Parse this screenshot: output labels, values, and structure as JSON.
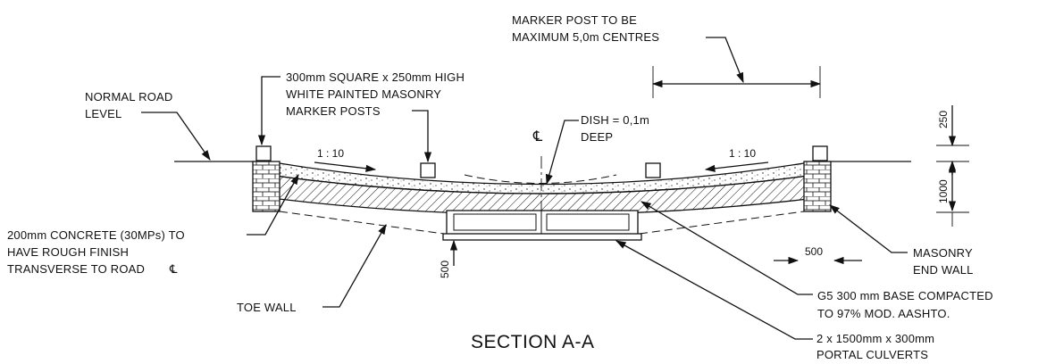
{
  "section_title": "SECTION A-A",
  "labels": {
    "marker_post_spacing": [
      "MARKER POST TO BE",
      "MAXIMUM 5,0m CENTRES"
    ],
    "normal_road_level": [
      "NORMAL ROAD",
      "LEVEL"
    ],
    "marker_posts": [
      "300mm SQUARE x 250mm HIGH",
      "WHITE PAINTED MASONRY",
      "MARKER POSTS"
    ],
    "dish": [
      "DISH = 0,1m",
      "DEEP"
    ],
    "concrete": [
      "200mm CONCRETE (30MPs) TO",
      "HAVE ROUGH FINISH",
      "TRANSVERSE TO ROAD"
    ],
    "toe_wall": "TOE WALL",
    "masonry_end_wall": [
      "MASONRY",
      "END WALL"
    ],
    "g5_base": [
      "G5 300 mm BASE COMPACTED",
      "TO 97% MOD. AASHTO."
    ],
    "culverts": [
      "2 x 1500mm x 300mm",
      "PORTAL CULVERTS"
    ]
  },
  "centreline_symbol": "℄",
  "dimensions": {
    "slope_left": "1 : 10",
    "slope_right": "1 : 10",
    "post_height": "250",
    "wall_depth": "1000",
    "wall_offset": "500",
    "toe_depth": "500"
  }
}
